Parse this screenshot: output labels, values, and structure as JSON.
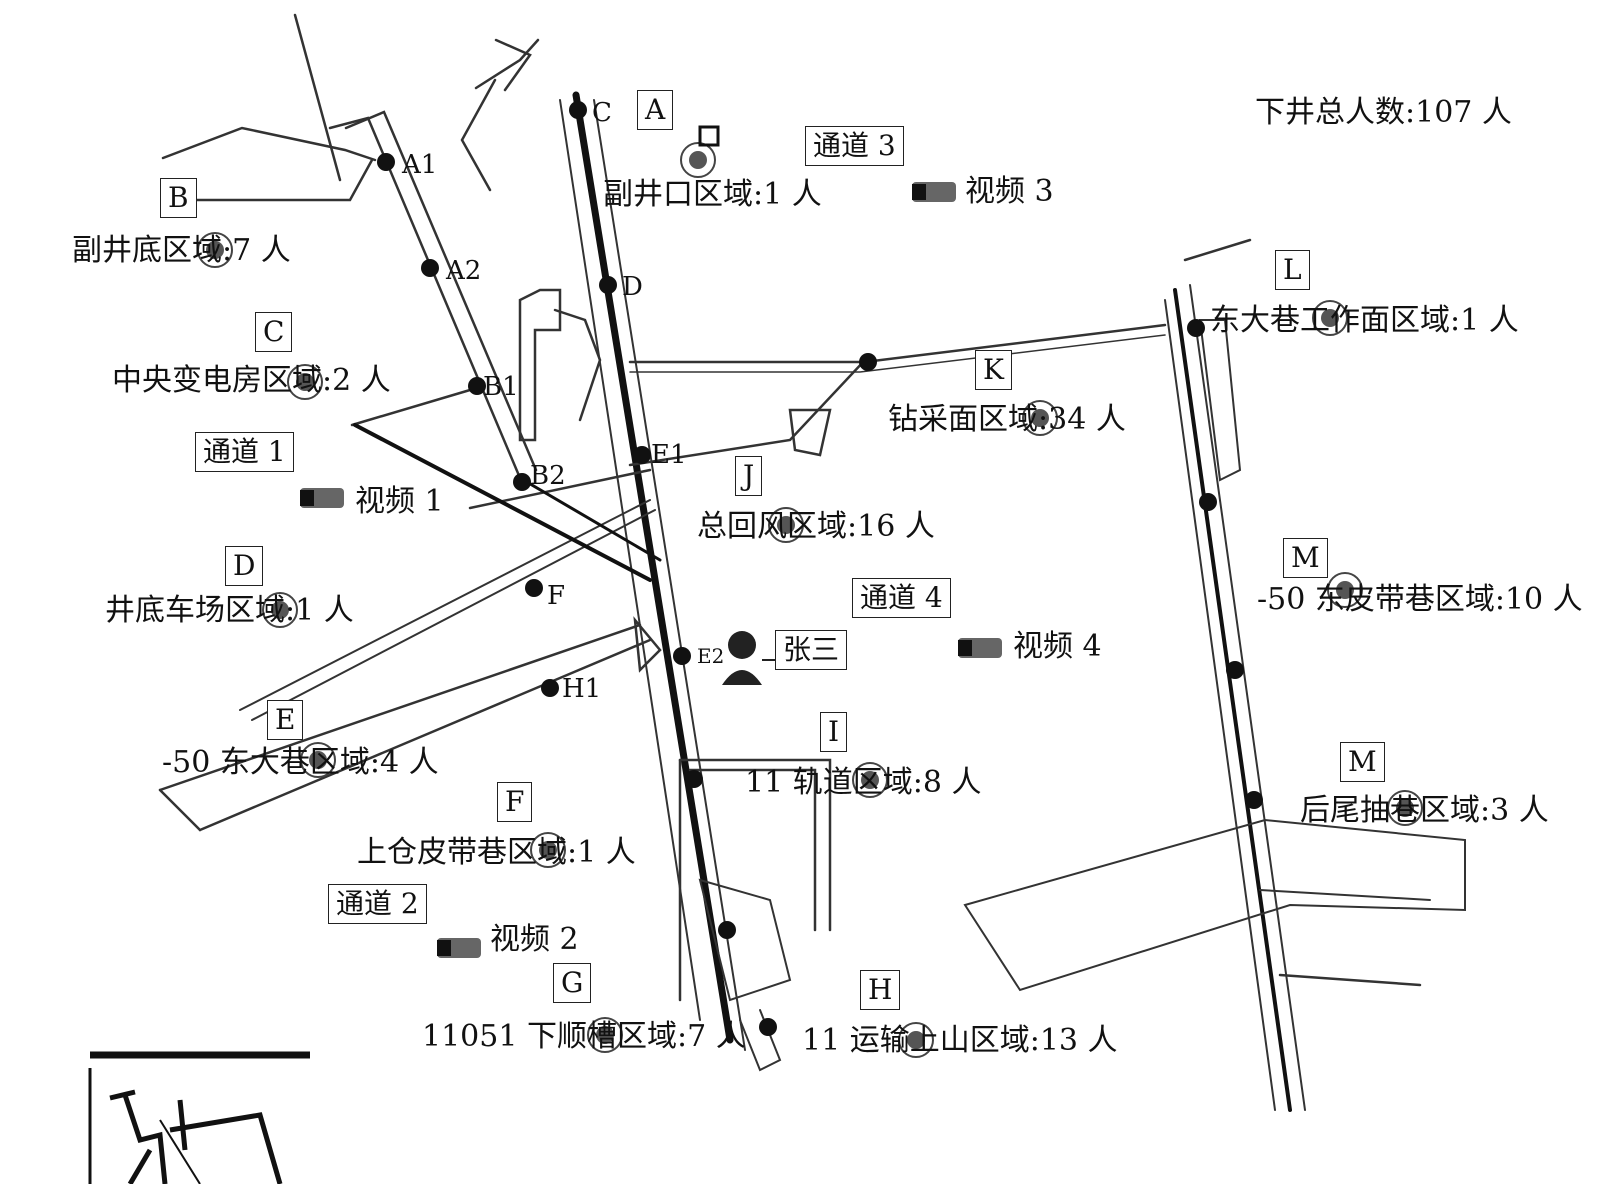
{
  "total": {
    "label": "下井总人数:107 人"
  },
  "zones": {
    "A": {
      "code": "A",
      "text": "副井口区域:1 人"
    },
    "B": {
      "code": "B",
      "text": "副井底区域:7 人"
    },
    "C": {
      "code": "C",
      "text": "中央变电房区域:2 人"
    },
    "D": {
      "code": "D",
      "text": "井底车场区域:1 人"
    },
    "E": {
      "code": "E",
      "text": "-50 东大巷区域:4 人"
    },
    "F": {
      "code": "F",
      "text": "上仓皮带巷区域:1 人"
    },
    "G": {
      "code": "G",
      "text": "11051 下顺槽区域:7 人"
    },
    "H": {
      "code": "H",
      "text": "11 运输上山区域:13 人"
    },
    "I": {
      "code": "I",
      "text": "11 轨道区域:8 人"
    },
    "J": {
      "code": "J",
      "text": "总回风区域:16 人"
    },
    "K": {
      "code": "K",
      "text": "钻采面区域:34 人"
    },
    "L": {
      "code": "L",
      "text": "东大巷工作面区域:1 人"
    },
    "M1": {
      "code": "M",
      "text": "-50 东皮带巷区域:10 人"
    },
    "M2": {
      "code": "M",
      "text": "后尾抽巷区域:3 人"
    }
  },
  "channels": {
    "c1": "通道 1",
    "c2": "通道 2",
    "c3": "通道 3",
    "c4": "通道 4"
  },
  "videos": {
    "v1": "视频 1",
    "v2": "视频 2",
    "v3": "视频 3",
    "v4": "视频 4"
  },
  "nodes": {
    "A1": "A1",
    "A2": "A2",
    "B1": "B1",
    "B2": "B2",
    "C": "C",
    "D": "D",
    "E1": "E1",
    "F": "F",
    "H1": "H1",
    "E2": "E2"
  },
  "person": {
    "name": "张三"
  },
  "colors": {
    "line": "#333333",
    "thick": "#111111",
    "bg": "#ffffff"
  }
}
